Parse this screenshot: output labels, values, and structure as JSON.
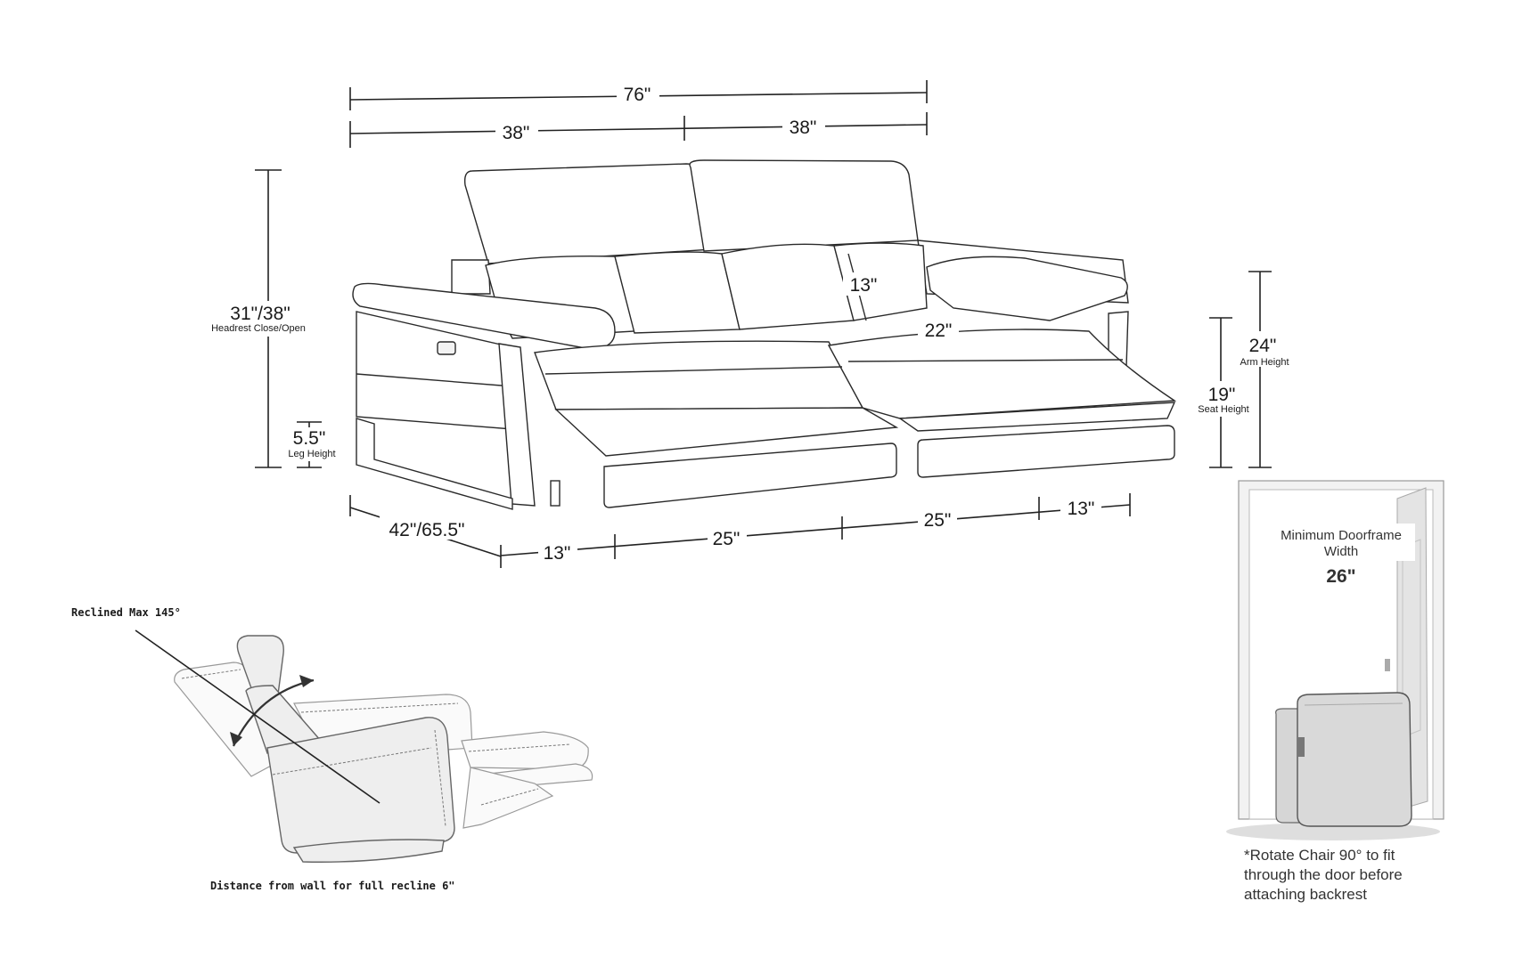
{
  "dimensions": {
    "overall_width": "76\"",
    "half_width_left": "38\"",
    "half_width_right": "38\"",
    "total_height": "31\"/38\"",
    "total_height_caption": "Headrest Close/Open",
    "leg_height": "5.5\"",
    "leg_height_caption": "Leg Height",
    "arm_height": "24\"",
    "arm_height_caption": "Arm Height",
    "seat_height": "19\"",
    "seat_height_caption": "Seat Height",
    "back_height": "13\"",
    "seat_depth": "22\"",
    "depth": "42\"/65.5\"",
    "bottom_arm_left": "13\"",
    "bottom_seat_left": "25\"",
    "bottom_seat_right": "25\"",
    "bottom_arm_right": "13\""
  },
  "recliner": {
    "reclined_label": "Reclined Max 145°",
    "wall_distance_label": "Distance from wall for full recline 6\""
  },
  "doorframe": {
    "title_line1": "Minimum Doorframe",
    "title_line2": "Width",
    "value": "26\"",
    "note_line1": "*Rotate Chair 90° to fit",
    "note_line2": "through the door before",
    "note_line3": "attaching backrest"
  }
}
